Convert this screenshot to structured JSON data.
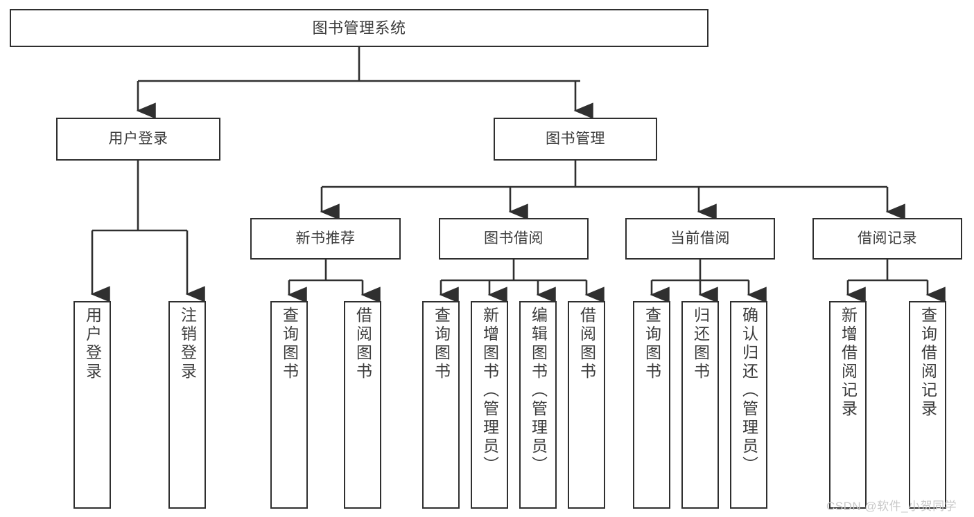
{
  "diagram": {
    "title": "图书管理系统",
    "watermark": "CSDN @软件_小贺同学",
    "colors": {
      "border": "#2f2f2f",
      "text": "#3c3c3c",
      "background": "#ffffff",
      "watermark": "#c9c9c9"
    },
    "root": {
      "label": "图书管理系统"
    },
    "level2": [
      {
        "label": "用户登录"
      },
      {
        "label": "图书管理"
      }
    ],
    "level3": [
      {
        "label": "新书推荐"
      },
      {
        "label": "图书借阅"
      },
      {
        "label": "当前借阅"
      },
      {
        "label": "借阅记录"
      }
    ],
    "leaves": {
      "user_login": [
        {
          "label": "用户登录"
        },
        {
          "label": "注销登录"
        }
      ],
      "new_book_recommend": [
        {
          "label": "查询图书"
        },
        {
          "label": "借阅图书"
        }
      ],
      "book_borrow": [
        {
          "label": "查询图书"
        },
        {
          "label": "新增图书（管理员）"
        },
        {
          "label": "编辑图书（管理员）"
        },
        {
          "label": "借阅图书"
        }
      ],
      "current_borrow": [
        {
          "label": "查询图书"
        },
        {
          "label": "归还图书"
        },
        {
          "label": "确认归还（管理员）"
        }
      ],
      "borrow_record": [
        {
          "label": "新增借阅记录"
        },
        {
          "label": "查询借阅记录"
        }
      ]
    }
  }
}
